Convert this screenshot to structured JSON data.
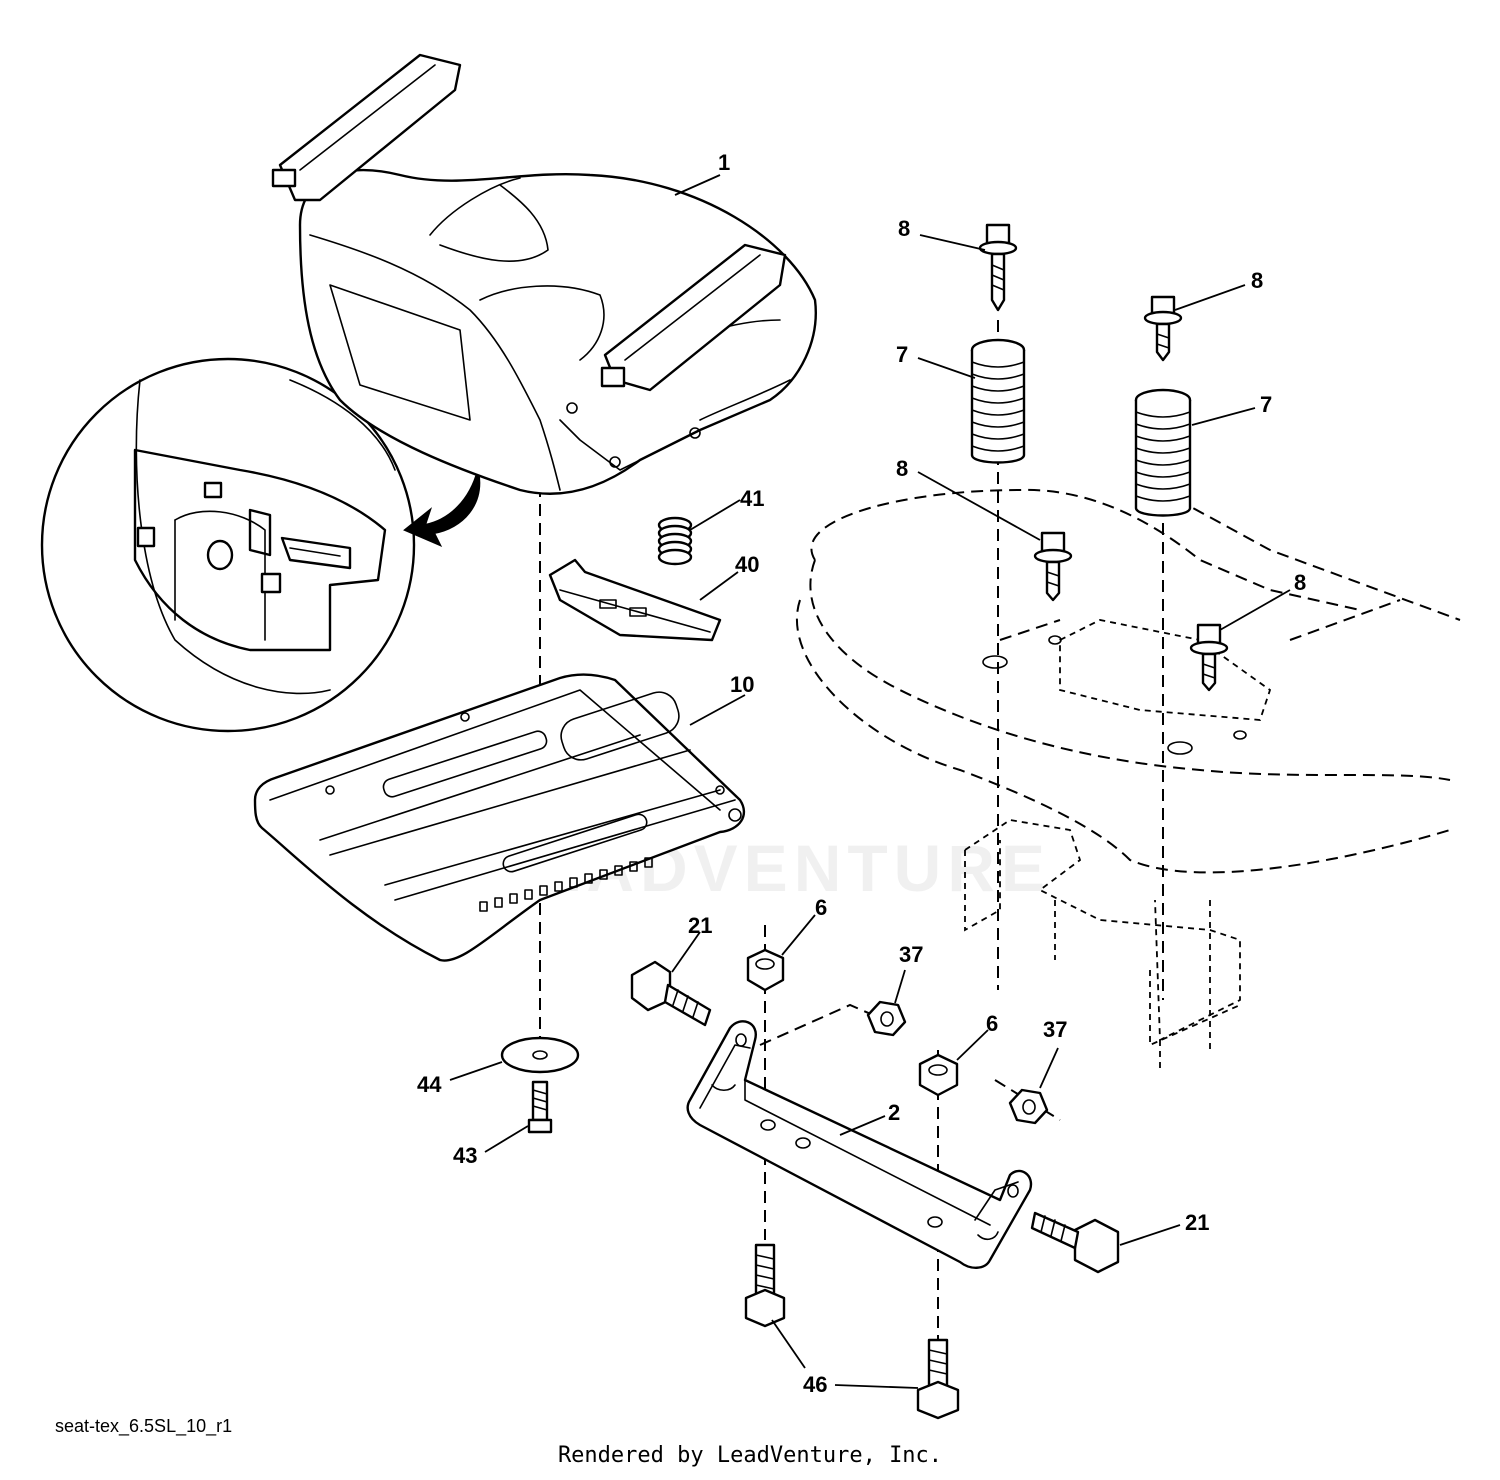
{
  "diagram": {
    "callouts": {
      "seat": "1",
      "bolt_8a": "8",
      "bolt_8b": "8",
      "bolt_8c": "8",
      "bolt_8d": "8",
      "spring_7a": "7",
      "spring_7b": "7",
      "spring_41": "41",
      "clip_40": "40",
      "pan_10": "10",
      "bolt_21a": "21",
      "nut_6a": "6",
      "nut_37a": "37",
      "nut_6b": "6",
      "nut_37b": "37",
      "washer_44": "44",
      "screw_43": "43",
      "bracket_2": "2",
      "bolt_21b": "21",
      "bolt_46": "46"
    },
    "watermark": "LEADVENTURE"
  },
  "reference_code": "seat-tex_6.5SL_10_r1",
  "credit": "Rendered by LeadVenture, Inc."
}
